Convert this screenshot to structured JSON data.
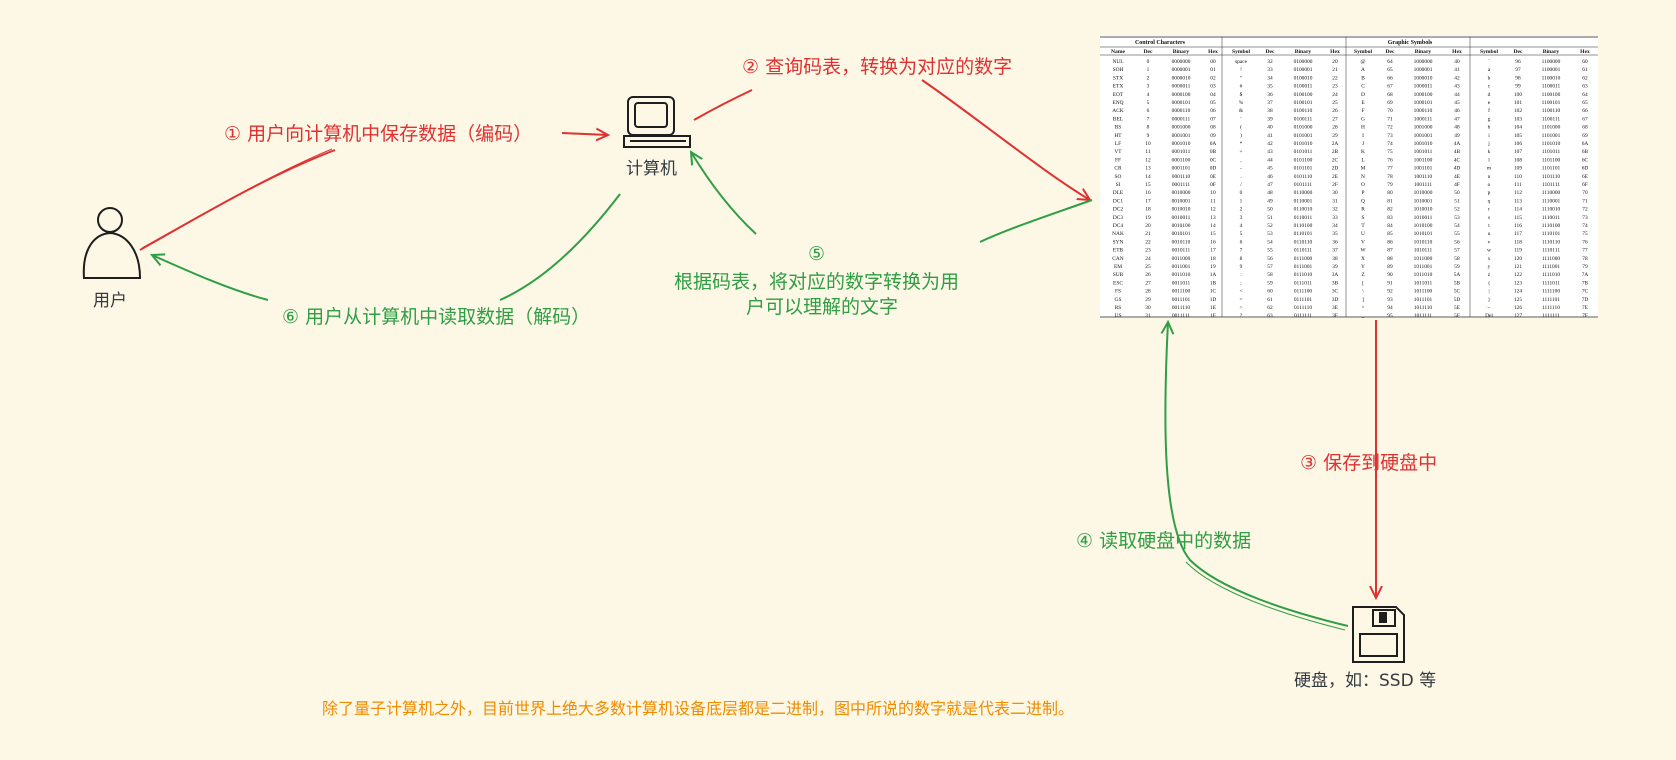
{
  "labels": {
    "step1": "① 用户向计算机中保存数据（编码）",
    "step2": "② 查询码表，转换为对应的数字",
    "step3": "③ 保存到硬盘中",
    "step4": "④ 读取硬盘中的数据",
    "step5_num": "⑤",
    "step5_line1": "根据码表，将对应的数字转换为用",
    "step5_line2": "户可以理解的文字",
    "step6": "⑥ 用户从计算机中读取数据（解码）",
    "computer": "计算机",
    "user": "用户",
    "disk": "硬盘，如：SSD 等",
    "footer": "除了量子计算机之外，目前世界上绝大多数计算机设备底层都是二进制，图中所说的数字就是代表二进制。"
  },
  "colors": {
    "background": "#fdf7e6",
    "red": "#e03131",
    "green": "#2f9e44",
    "orange": "#f08c00",
    "stroke": "#1e1e1e"
  },
  "icons": [
    "user-icon",
    "computer-icon",
    "floppy-disk-icon"
  ],
  "ascii_table": {
    "control_title": "Control Characters",
    "graphic_title": "Graphic Symbols",
    "headers": {
      "control": [
        "Name",
        "Dec",
        "Binary",
        "Hex"
      ],
      "graphic": [
        "Symbol",
        "Dec",
        "Binary",
        "Hex"
      ]
    },
    "control_names": [
      "NUL",
      "SOH",
      "STX",
      "ETX",
      "EOT",
      "ENQ",
      "ACK",
      "BEL",
      "BS",
      "HT",
      "LF",
      "VT",
      "FF",
      "CR",
      "SO",
      "SI",
      "DLE",
      "DC1",
      "DC2",
      "DC3",
      "DC4",
      "NAK",
      "SYN",
      "ETB",
      "CAN",
      "EM",
      "SUB",
      "ESC",
      "FS",
      "GS",
      "RS",
      "US"
    ],
    "symbols_32": [
      "space",
      "!",
      "\"",
      "#",
      "$",
      "%",
      "&",
      "'",
      "(",
      ")",
      "*",
      "+",
      ",",
      "-",
      ".",
      "/",
      "0",
      "1",
      "2",
      "3",
      "4",
      "5",
      "6",
      "7",
      "8",
      "9",
      ":",
      ";",
      "<",
      "=",
      ">",
      "?"
    ],
    "symbols_64": [
      "@",
      "A",
      "B",
      "C",
      "D",
      "E",
      "F",
      "G",
      "H",
      "I",
      "J",
      "K",
      "L",
      "M",
      "N",
      "O",
      "P",
      "Q",
      "R",
      "S",
      "T",
      "U",
      "V",
      "W",
      "X",
      "Y",
      "Z",
      "[",
      "\\",
      "]",
      "^",
      "_"
    ],
    "symbols_96": [
      "`",
      "a",
      "b",
      "c",
      "d",
      "e",
      "f",
      "g",
      "h",
      "i",
      "j",
      "k",
      "l",
      "m",
      "n",
      "o",
      "p",
      "q",
      "r",
      "s",
      "t",
      "u",
      "v",
      "w",
      "x",
      "y",
      "z",
      "{",
      "|",
      "}",
      "~",
      "Del"
    ]
  }
}
